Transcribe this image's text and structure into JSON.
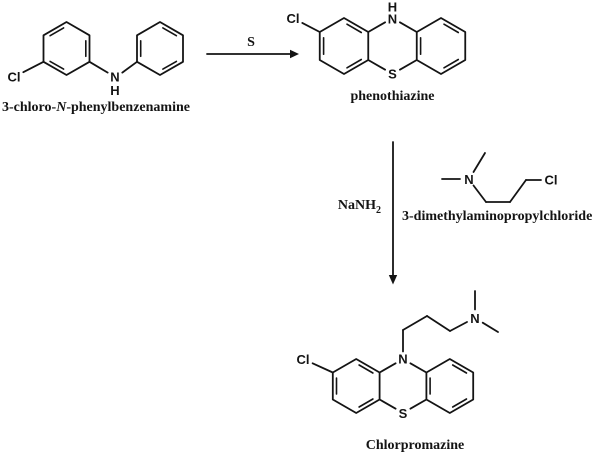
{
  "colors": {
    "background": "#ffffff",
    "ink": "#141414"
  },
  "scheme": {
    "reactant": {
      "name_prefix": "3-chloro-",
      "name_italic": "N",
      "name_suffix": "-phenylbenzenamine",
      "cl": "Cl",
      "n": "N",
      "h": "H"
    },
    "arrow1": {
      "reagent": "S"
    },
    "intermediate": {
      "name": "phenothiazine",
      "cl": "Cl",
      "n": "N",
      "h": "H",
      "s": "S"
    },
    "arrow2": {
      "reagent_base": "NaNH",
      "reagent_subscript": "2"
    },
    "side_reagent": {
      "name": "3-dimethylaminopropylchloride",
      "n": "N",
      "cl": "Cl"
    },
    "product": {
      "name": "Chlorpromazine",
      "cl": "Cl",
      "ring_n": "N",
      "s": "S",
      "amine_n": "N"
    }
  }
}
